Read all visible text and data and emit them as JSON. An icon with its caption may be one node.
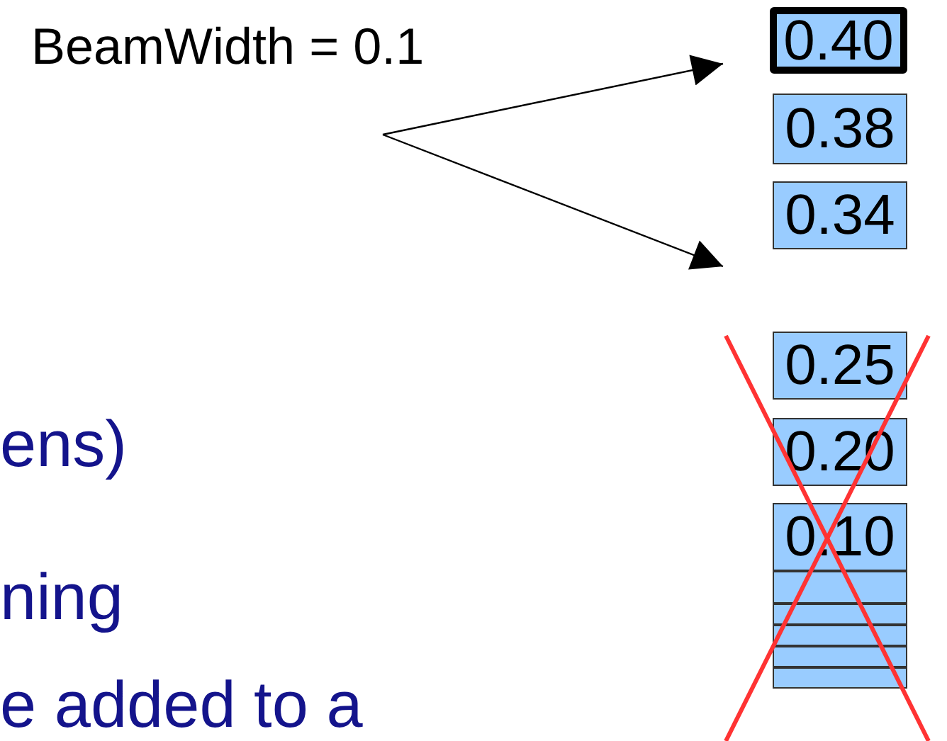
{
  "diagram": {
    "nodes": [
      {
        "text": [
          "0.40"
        ]
      },
      {
        "text": [
          "0.38"
        ]
      },
      {
        "text": [
          "0.34"
        ]
      },
      {
        "text": [
          "0.25"
        ]
      },
      {
        "text": [
          "0.20"
        ]
      },
      {
        "text": [
          "0.10"
        ]
      },
      {
        "text": [],
        "shape": "box"
      },
      {
        "text": [],
        "shape": "box"
      },
      {
        "text": [],
        "shape": "box"
      },
      {
        "text": [],
        "shape": "box"
      },
      {
        "text": [],
        "shape": "box"
      }
    ],
    "labels": [
      "BeamWidth = 0.1",
      "ens)",
      "ning",
      "e added to a"
    ]
  }
}
